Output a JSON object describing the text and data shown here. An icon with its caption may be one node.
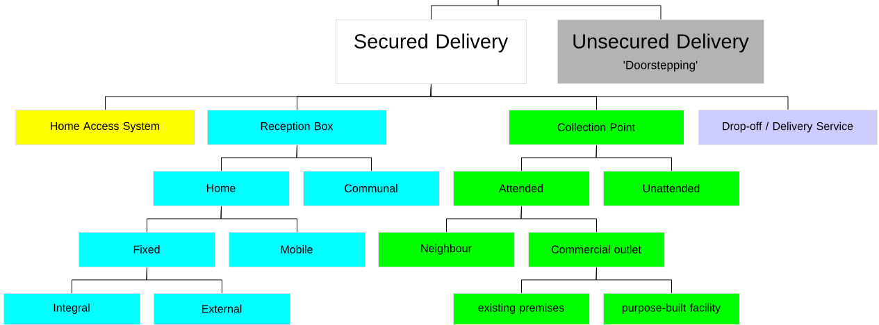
{
  "diagram": {
    "nodes": [
      {
        "text": [
          "Secured Delivery"
        ]
      },
      {
        "text": [
          "Unsecured Delivery",
          "'Doorstepping'"
        ]
      },
      {
        "text": [
          "Home Access System"
        ]
      },
      {
        "text": [
          "Reception Box"
        ]
      },
      {
        "text": [
          "Collection Point"
        ]
      },
      {
        "text": [
          "Drop-off / Delivery Service"
        ]
      },
      {
        "text": [
          "Home"
        ]
      },
      {
        "text": [
          "Communal"
        ]
      },
      {
        "text": [
          "Attended"
        ]
      },
      {
        "text": [
          "Unattended"
        ]
      },
      {
        "text": [
          "Fixed"
        ]
      },
      {
        "text": [
          "Mobile"
        ]
      },
      {
        "text": [
          "Neighbour"
        ]
      },
      {
        "text": [
          "Commercial outlet"
        ]
      },
      {
        "text": [
          "Integral"
        ]
      },
      {
        "text": [
          "External"
        ]
      },
      {
        "text": [
          "existing premises"
        ]
      },
      {
        "text": [
          "purpose-built facility"
        ]
      }
    ],
    "edges": [
      {
        "from": null,
        "to": 0,
        "arrow": "none"
      },
      {
        "from": null,
        "to": 1,
        "arrow": "none"
      },
      {
        "from": 0,
        "to": 2,
        "arrow": "none"
      },
      {
        "from": 0,
        "to": 3,
        "arrow": "none"
      },
      {
        "from": 0,
        "to": 4,
        "arrow": "none"
      },
      {
        "from": 0,
        "to": 5,
        "arrow": "none"
      },
      {
        "from": 3,
        "to": 6,
        "arrow": "none"
      },
      {
        "from": 3,
        "to": 7,
        "arrow": "none"
      },
      {
        "from": 4,
        "to": 8,
        "arrow": "none"
      },
      {
        "from": 4,
        "to": 9,
        "arrow": "none"
      },
      {
        "from": 6,
        "to": 10,
        "arrow": "none"
      },
      {
        "from": 6,
        "to": 11,
        "arrow": "none"
      },
      {
        "from": 8,
        "to": 12,
        "arrow": "none"
      },
      {
        "from": 8,
        "to": 13,
        "arrow": "none"
      },
      {
        "from": 10,
        "to": 14,
        "arrow": "none"
      },
      {
        "from": 10,
        "to": 15,
        "arrow": "none"
      },
      {
        "from": 13,
        "to": 16,
        "arrow": "none"
      },
      {
        "from": 13,
        "to": 17,
        "arrow": "none"
      }
    ]
  }
}
